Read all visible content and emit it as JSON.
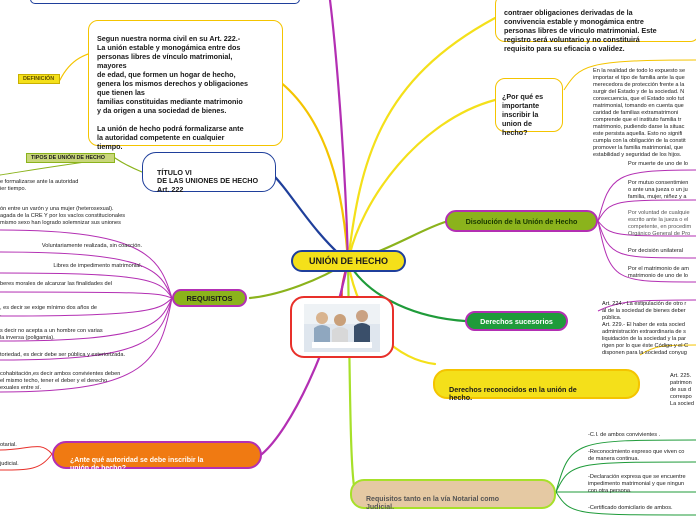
{
  "center": {
    "title": "UNIÓN DE HECHO"
  },
  "colors": {
    "yellow": "#f4e01a",
    "red": "#e8302a",
    "purple": "#b32fb3",
    "olive": "#8bb31c",
    "green": "#1f9b3a",
    "blue": "#1f3f9b",
    "orange": "#f07a12",
    "tan": "#e5c9a3",
    "lime": "#a7e02a"
  },
  "definition": {
    "tag": "DEFINICIÓN",
    "text": "Segun nuestra norma civil en su Art. 222.-\nLa unión estable y monogámica entre dos\npersonas libres de vínculo matrimonial,\nmayores\nde edad, que formen un hogar de hecho,\ngenera los mismos derechos y obligaciones\nque tienen las\nfamilias constituidas mediante matrimonio\ny da origen a una sociedad de bienes.\n\nLa unión de hecho podrá formalizarse ante\nla autoridad competente en cualquier\ntiempo."
  },
  "top_callout": {
    "text": "contraer obligaciones derivadas de la\nconvivencia estable y monogámica entre\npersonas libres de vínculo matrimonial. Este\nregistro será voluntario y no constituirá\nrequisito para su eficacia o validez."
  },
  "titulo": {
    "label": "TÍTULO VI\nDE LAS UNIONES DE HECHO\nArt. 222",
    "tag": "TIPOS DE UNIÓN DE HECHO",
    "leaf": "e formalizarse ante la autoridad\nier tiempo."
  },
  "requisitos": {
    "label": "REQUISITOS",
    "items": [
      "ón  entre un varón y una mujer (heterosexual).\nagada de la CRE Y por los vacíos constitucionales\nmismo sexo han logrado  solemnizar sus uniones",
      "Voluntariamente realizada, sin coacción.",
      "Libres  de  impedimento  matrimonial.",
      "beres morales de alcanzar las finalidades del",
      ", es decir se exige mínimo dos  años  de\n.",
      "s decir  no  acepta a un  hombre  con varias\nla inversa (poligamia).",
      "toriedad, es decir debe  ser pública y exteriorizada.",
      " cohabitación,es decir  ambos convivientes  deben\n el mismo techo, tener el deber y el derecho\nexuales entre sí."
    ]
  },
  "autoridad": {
    "label": "¿Ante  qué  autoridad se debe inscribir la\nunión de hecho?",
    "items": [
      "otarial.",
      "judicial."
    ]
  },
  "porque": {
    "label": "¿Por qué es\nimportante\ninscribir la\nunion de\nhecho?",
    "text": "En la realidad de todo  lo expuesto se\nimportar el tipo de familia ante la que\nmerecedora de protección frente a la\nsurgir del Estado y de la sociedad. N\nconsecuencia, que el Estado solo tut\nmatrimonial, tomando en cuenta que\ncaridad de familias extramatrimoni\ncomprende que el instituto familia tr\nmatrimonio, pudiendo darse la situac\neste persista aquella. Esto no signifi\ncumpla con la obligación de la constit\npromover la familia matrimonial, que\nestabilidad y seguridad de los hijos."
  },
  "disolucion": {
    "label": "Disolución de la Unión de Hecho",
    "items": [
      "Por muerte  de uno de lo",
      "Por mutuo consentimien\no ante una jueza o un ju\nfamilia, mujer, niñez y a",
      "Por voluntad de cualquie\nescrito ante la jueza o el\ncompetente, en procedim\nOrgánico General de Pro",
      "Por decisión unilateral",
      "Por el matrimonio de am\nmatrimonio de uno de lo"
    ]
  },
  "sucesorios": {
    "label": "Derechos  sucesorios",
    "text": "Art. 224.- La estipulación de otro r\nal de la sociedad de bienes deber\npública.\nArt. 229.- El haber de esta socied\nadministración extraordinaria de s\nliquidación de la sociedad y la par\nrigen por lo que éste Código y el C\ndisponen para la sociedad conyug"
  },
  "reconocidos": {
    "label": "Derechos  reconocidos en la unión de\nhecho.",
    "text": "Art. 225.\npatrimon\nde sus d\ncorrespo\nLa socied"
  },
  "notarial": {
    "label": "Requisitos  tanto  en la vía Notarial  como\nJudicial.",
    "items": [
      "-C.I. de ambos  convivientes .",
      "-Reconocimiento expreso  que viven  co\nde manera  continua.",
      "-Declaración expresa que se encuentre\nimpedimento matrimonial y que ningun\ncon otra persona.",
      "-Certificado  domicilario de ambos."
    ]
  }
}
